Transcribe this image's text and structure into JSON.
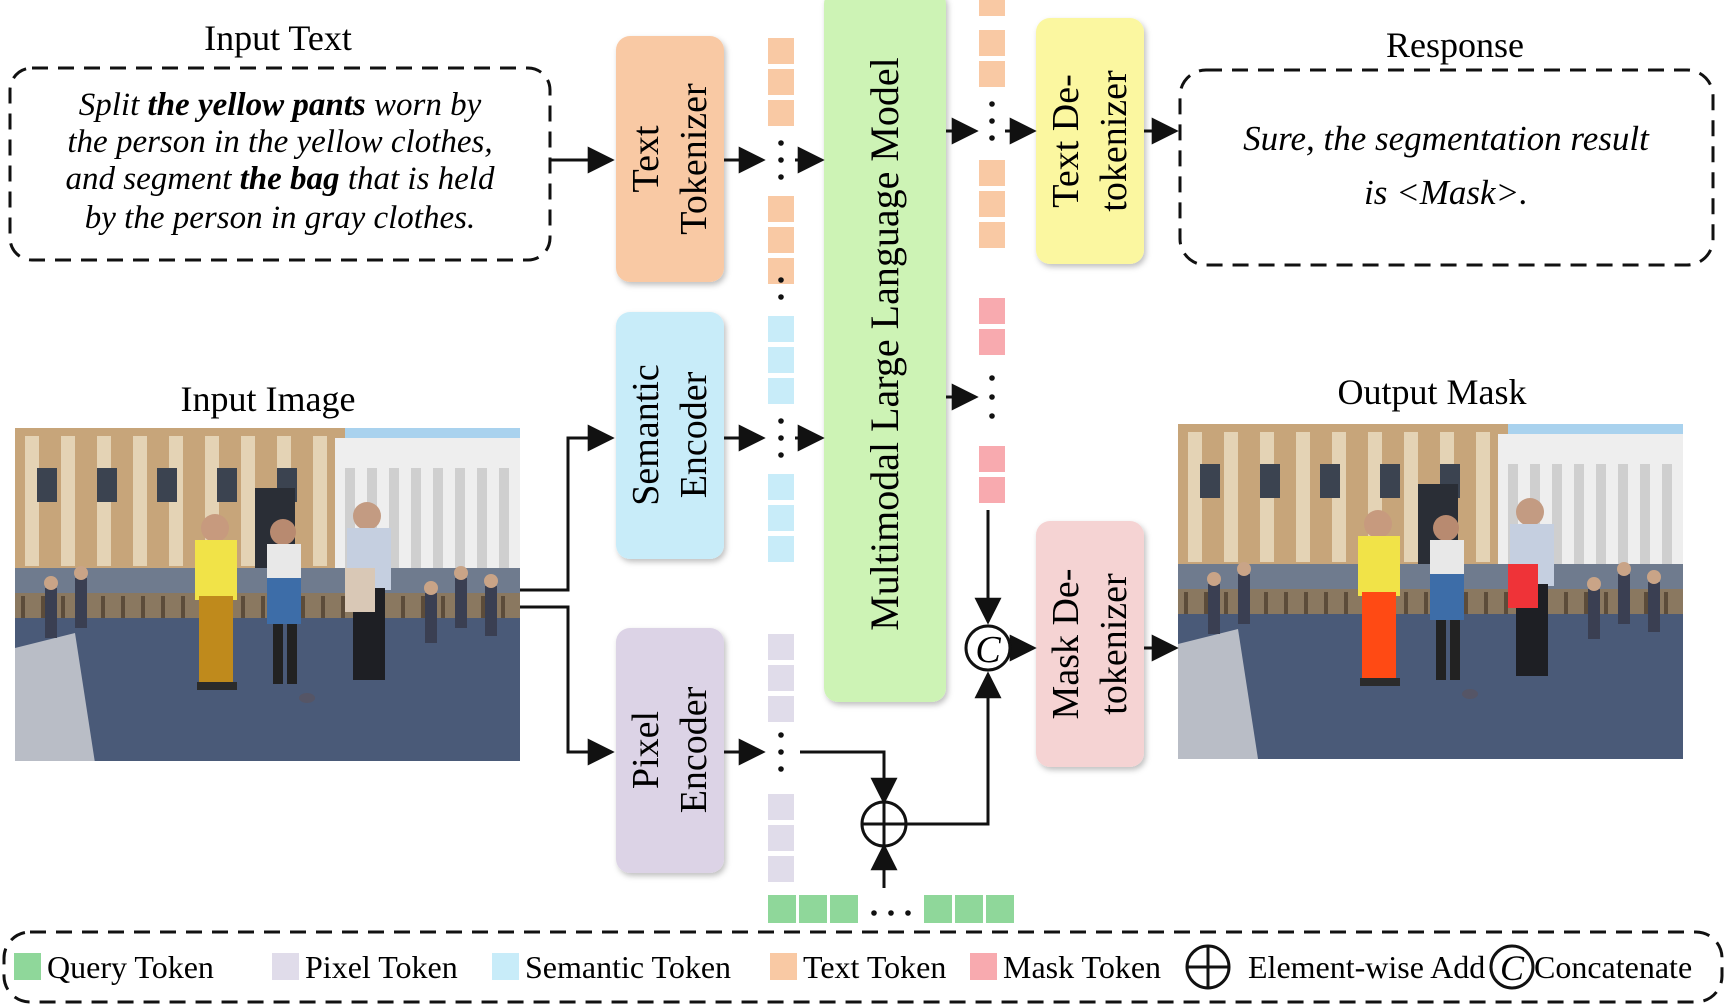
{
  "input_text": {
    "title": "Input Text",
    "lines": [
      [
        {
          "t": "Split ",
          "b": false
        },
        {
          "t": "the yellow pants",
          "b": true
        },
        {
          "t": " worn by",
          "b": false
        }
      ],
      [
        {
          "t": "the person in the yellow clothes,",
          "b": false
        }
      ],
      [
        {
          "t": "and segment ",
          "b": false
        },
        {
          "t": "the bag",
          "b": true
        },
        {
          "t": " that is held",
          "b": false
        }
      ],
      [
        {
          "t": "by the person in gray clothes.",
          "b": false
        }
      ]
    ]
  },
  "input_image": {
    "title": "Input Image"
  },
  "output_mask": {
    "title": "Output Mask"
  },
  "response": {
    "title": "Response",
    "lines": [
      "Sure, the segmentation result",
      "is <Mask>."
    ]
  },
  "modules": {
    "text_tokenizer": [
      "Text",
      "Tokenizer"
    ],
    "semantic_encoder": [
      "Semantic",
      "Encoder"
    ],
    "pixel_encoder": [
      "Pixel",
      "Encoder"
    ],
    "mllm": [
      "Multimodal Large Language Model"
    ],
    "text_detokenizer": [
      "Text De-",
      "tokenizer"
    ],
    "mask_detokenizer": [
      "Mask De-",
      "tokenizer"
    ]
  },
  "legend": [
    {
      "kind": "swatch",
      "color": "#8fd79a",
      "label": "Query Token"
    },
    {
      "kind": "swatch",
      "color": "#e0dcea",
      "label": "Pixel Token"
    },
    {
      "kind": "swatch",
      "color": "#c8ecf9",
      "label": "Semantic Token"
    },
    {
      "kind": "swatch",
      "color": "#f9c9a4",
      "label": "Text Token"
    },
    {
      "kind": "swatch",
      "color": "#f8aaaf",
      "label": "Mask Token"
    },
    {
      "kind": "add-icon",
      "label": "Element-wise Add"
    },
    {
      "kind": "concat-icon",
      "label": "Concatenate"
    }
  ],
  "colors": {
    "text_tokenizer": "#f9c9a4",
    "semantic_encoder": "#c8ecf9",
    "pixel_encoder": "#dcd3e6",
    "mllm": "#cdf3b5",
    "text_detokenizer": "#fbf7a0",
    "mask_detokenizer": "#f5d3d3",
    "text_token": "#f9c9a4",
    "semantic_token": "#c8ecf9",
    "pixel_token": "#e0dcea",
    "mask_token": "#f8aaaf",
    "query_token": "#8fd79a",
    "sky": "#a9d2ee",
    "ground": "#4a5a78",
    "building": "#c7a57a",
    "colonnade": "#eeeeee",
    "mask_pants": "#ff4a14",
    "mask_bag": "#ef3338",
    "pants": "#bf8a1c",
    "bag": "#d9c8b6",
    "shirt_yellow": "#f1e348",
    "shirt_gray": "#c5cfe0",
    "skirt": "#3d6da8"
  },
  "icons": [
    "plus-circle-icon",
    "concat-c-icon",
    "arrow-icon"
  ]
}
